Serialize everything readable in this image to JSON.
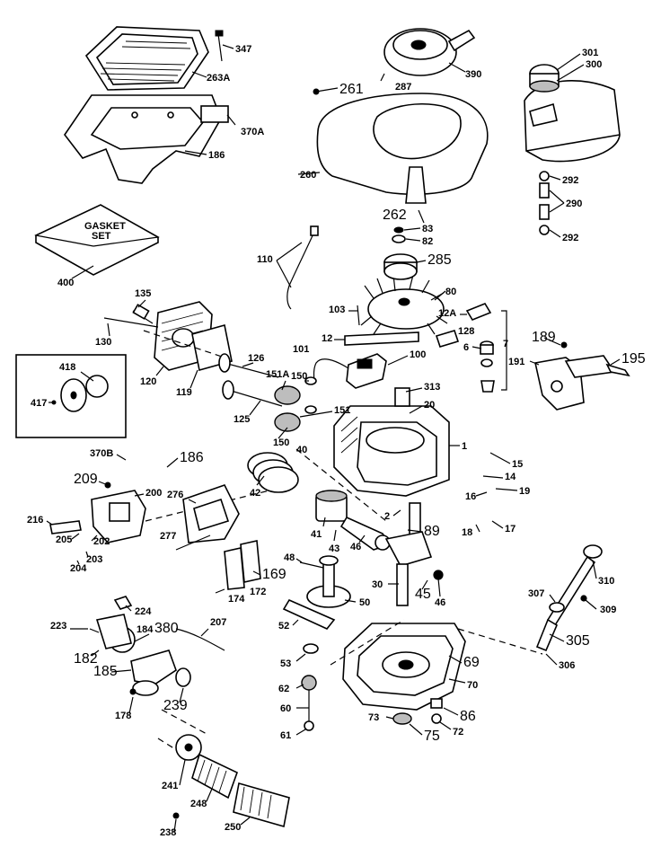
{
  "gasket_set_text": [
    "GASKET",
    "SET"
  ],
  "callouts": [
    {
      "id": "347",
      "text": "347"
    },
    {
      "id": "263A",
      "text": "263A"
    },
    {
      "id": "370A",
      "text": "370A"
    },
    {
      "id": "186a",
      "text": "186"
    },
    {
      "id": "400",
      "text": "400"
    },
    {
      "id": "390",
      "text": "390"
    },
    {
      "id": "287",
      "text": "287"
    },
    {
      "id": "261",
      "text": "261"
    },
    {
      "id": "260",
      "text": "260"
    },
    {
      "id": "262",
      "text": "262"
    },
    {
      "id": "301",
      "text": "301"
    },
    {
      "id": "300",
      "text": "300"
    },
    {
      "id": "292a",
      "text": "292"
    },
    {
      "id": "290",
      "text": "290"
    },
    {
      "id": "292b",
      "text": "292"
    },
    {
      "id": "83",
      "text": "83"
    },
    {
      "id": "82",
      "text": "82"
    },
    {
      "id": "285",
      "text": "285"
    },
    {
      "id": "110",
      "text": "110"
    },
    {
      "id": "80",
      "text": "80"
    },
    {
      "id": "103",
      "text": "103"
    },
    {
      "id": "12A",
      "text": "12A"
    },
    {
      "id": "128",
      "text": "128"
    },
    {
      "id": "12",
      "text": "12"
    },
    {
      "id": "6",
      "text": "6"
    },
    {
      "id": "7",
      "text": "7"
    },
    {
      "id": "135",
      "text": "135"
    },
    {
      "id": "130",
      "text": "130"
    },
    {
      "id": "101",
      "text": "101"
    },
    {
      "id": "100",
      "text": "100"
    },
    {
      "id": "189",
      "text": "189"
    },
    {
      "id": "191",
      "text": "191"
    },
    {
      "id": "195",
      "text": "195"
    },
    {
      "id": "418",
      "text": "418"
    },
    {
      "id": "417",
      "text": "417"
    },
    {
      "id": "120",
      "text": "120"
    },
    {
      "id": "119",
      "text": "119"
    },
    {
      "id": "126",
      "text": "126"
    },
    {
      "id": "151A",
      "text": "151A"
    },
    {
      "id": "150a",
      "text": "150"
    },
    {
      "id": "313",
      "text": "313"
    },
    {
      "id": "20",
      "text": "20"
    },
    {
      "id": "125",
      "text": "125"
    },
    {
      "id": "151",
      "text": "151"
    },
    {
      "id": "150b",
      "text": "150"
    },
    {
      "id": "40",
      "text": "40"
    },
    {
      "id": "1",
      "text": "1"
    },
    {
      "id": "370B",
      "text": "370B"
    },
    {
      "id": "186b",
      "text": "186"
    },
    {
      "id": "209",
      "text": "209"
    },
    {
      "id": "200",
      "text": "200"
    },
    {
      "id": "276",
      "text": "276"
    },
    {
      "id": "42",
      "text": "42"
    },
    {
      "id": "15",
      "text": "15"
    },
    {
      "id": "14",
      "text": "14"
    },
    {
      "id": "19",
      "text": "19"
    },
    {
      "id": "16",
      "text": "16"
    },
    {
      "id": "17",
      "text": "17"
    },
    {
      "id": "18",
      "text": "18"
    },
    {
      "id": "2",
      "text": "2"
    },
    {
      "id": "89",
      "text": "89"
    },
    {
      "id": "216",
      "text": "216"
    },
    {
      "id": "205",
      "text": "205"
    },
    {
      "id": "202",
      "text": "202"
    },
    {
      "id": "203",
      "text": "203"
    },
    {
      "id": "204",
      "text": "204"
    },
    {
      "id": "277",
      "text": "277"
    },
    {
      "id": "41",
      "text": "41"
    },
    {
      "id": "43",
      "text": "43"
    },
    {
      "id": "46a",
      "text": "46"
    },
    {
      "id": "48",
      "text": "48"
    },
    {
      "id": "169",
      "text": "169"
    },
    {
      "id": "174",
      "text": "174"
    },
    {
      "id": "172",
      "text": "172"
    },
    {
      "id": "30",
      "text": "30"
    },
    {
      "id": "45",
      "text": "45"
    },
    {
      "id": "46b",
      "text": "46"
    },
    {
      "id": "310",
      "text": "310"
    },
    {
      "id": "307",
      "text": "307"
    },
    {
      "id": "309",
      "text": "309"
    },
    {
      "id": "224",
      "text": "224"
    },
    {
      "id": "50",
      "text": "50"
    },
    {
      "id": "223",
      "text": "223"
    },
    {
      "id": "184",
      "text": "184"
    },
    {
      "id": "380",
      "text": "380"
    },
    {
      "id": "207",
      "text": "207"
    },
    {
      "id": "52",
      "text": "52"
    },
    {
      "id": "182",
      "text": "182"
    },
    {
      "id": "305",
      "text": "305"
    },
    {
      "id": "185",
      "text": "185"
    },
    {
      "id": "306",
      "text": "306"
    },
    {
      "id": "69",
      "text": "69"
    },
    {
      "id": "53",
      "text": "53"
    },
    {
      "id": "239",
      "text": "239"
    },
    {
      "id": "178",
      "text": "178"
    },
    {
      "id": "70",
      "text": "70"
    },
    {
      "id": "62",
      "text": "62"
    },
    {
      "id": "60",
      "text": "60"
    },
    {
      "id": "73",
      "text": "73"
    },
    {
      "id": "86",
      "text": "86"
    },
    {
      "id": "75",
      "text": "75"
    },
    {
      "id": "72",
      "text": "72"
    },
    {
      "id": "61",
      "text": "61"
    },
    {
      "id": "241",
      "text": "241"
    },
    {
      "id": "248",
      "text": "248"
    },
    {
      "id": "250",
      "text": "250"
    },
    {
      "id": "238",
      "text": "238"
    }
  ]
}
